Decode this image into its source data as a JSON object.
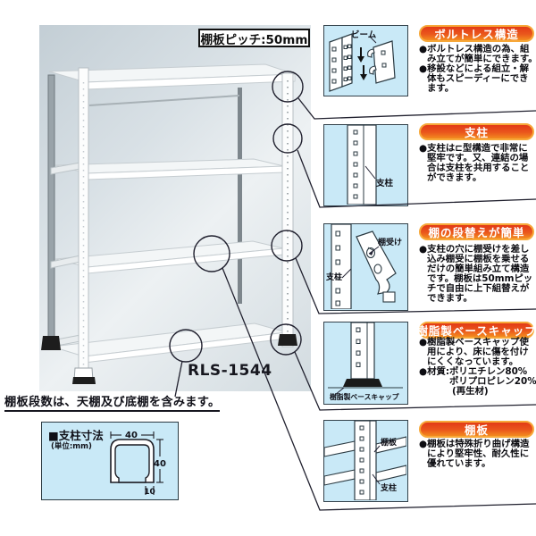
{
  "photo": {
    "pitch_label": "棚板ピッチ:50mm",
    "model_label": "RLS-1544"
  },
  "note": "棚板段数は、天棚及び底棚を含みます。",
  "dim_box": {
    "title": "■支柱寸法",
    "unit": "(単位:mm)",
    "top_dim": "40",
    "side_dim": "40",
    "lip_dim": "10"
  },
  "sections": [
    {
      "title": "ボルトレス構造",
      "lines": [
        "●ボルトレス構造の為、組",
        "み立てが簡単にできます。",
        "●移設などによる組立・解",
        "体もスピーディーにでき",
        "ます。"
      ],
      "labels": {
        "beam": "ビーム"
      }
    },
    {
      "title": "支柱",
      "lines": [
        "●支柱は⊏型構造で非常に",
        "堅牢です。又、連結の場",
        "合は支柱を共用すること",
        "ができます。"
      ],
      "labels": {
        "post": "支柱"
      }
    },
    {
      "title": "棚の段替えが簡単",
      "lines": [
        "●支柱の穴に棚受けを差し",
        "込み棚受に棚板を乗せる",
        "だけの簡単組み立て構造",
        "です。棚板は50mmピッ",
        "チで自由に上下組替えが",
        "できます。"
      ],
      "labels": {
        "bracket": "棚受け",
        "post": "支柱"
      }
    },
    {
      "title": "樹脂製ベースキャップ",
      "lines": [
        "●樹脂製ベースキャップ使",
        "用により、床に傷を付け",
        "にくくなっています。",
        "●材質:ポリエチレン80%",
        "ポリプロピレン20%",
        "(再生材)"
      ],
      "labels": {
        "cap": "樹脂製ベースキャップ"
      }
    },
    {
      "title": "棚板",
      "lines": [
        "●棚板は特殊折り曲げ構造",
        "により堅牢性、耐久性に",
        "優れています。"
      ],
      "labels": {
        "shelf": "棚板",
        "post": "支柱"
      }
    }
  ],
  "colors": {
    "header_gradient_top": "#e23a16",
    "header_gradient_bottom": "#f38b1f",
    "header_border": "#f7a839",
    "illustration_bg": "#c9e9f7",
    "photo_bg": "#d9e1e6",
    "line_color": "#20202e"
  }
}
